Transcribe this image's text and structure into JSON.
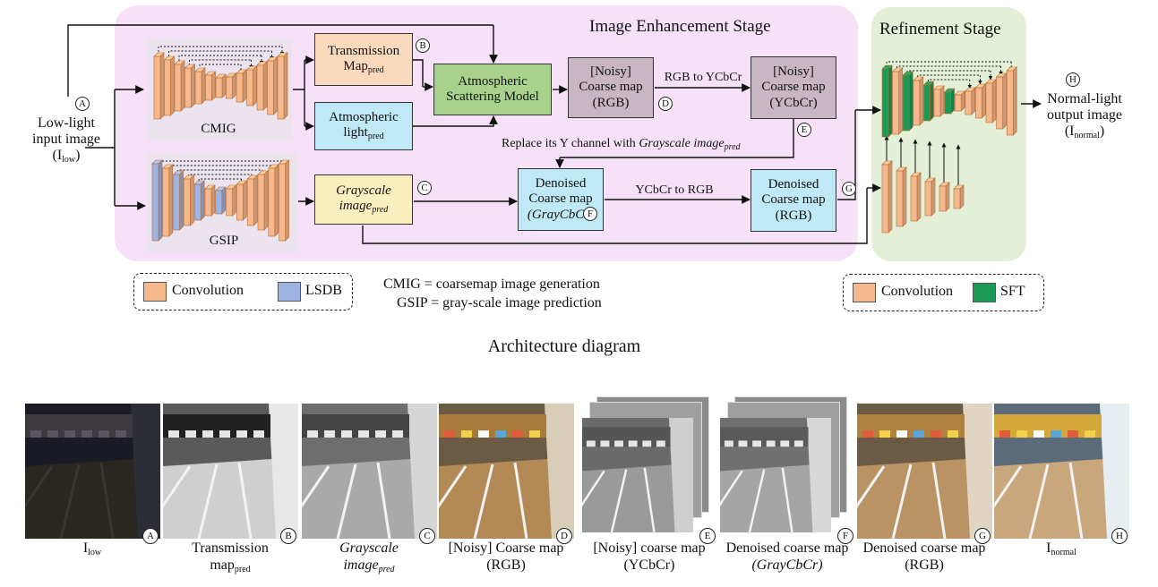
{
  "stages": {
    "enhancement": "Image Enhancement Stage",
    "refinement": "Refinement Stage"
  },
  "input": {
    "line1": "Low-light",
    "line2": "input image",
    "sym": "I",
    "sub": "low"
  },
  "output": {
    "line1": "Normal-light",
    "line2": "output image",
    "sym": "I",
    "sub": "normal"
  },
  "markers": {
    "A": "A",
    "B": "B",
    "C": "C",
    "D": "D",
    "E": "E",
    "F": "F",
    "G": "G",
    "H": "H"
  },
  "networks": {
    "cmig": "CMIG",
    "gsip": "GSIP"
  },
  "boxes": {
    "transmission": {
      "line1": "Transmission",
      "line2": "Map",
      "sub": "pred"
    },
    "atm_light": {
      "line1": "Atmospheric",
      "line2": "light",
      "sub": "pred"
    },
    "asm": {
      "line1": "Atmospheric",
      "line2": "Scattering Model"
    },
    "noisy_rgb": {
      "line1": "[Noisy]",
      "line2": "Coarse map",
      "line3": "(RGB)"
    },
    "noisy_ycbcr": {
      "line1": "[Noisy]",
      "line2": "Coarse map",
      "line3": "(YCbCr)"
    },
    "grayscale": {
      "line1": "Grayscale",
      "line2": "image",
      "sub": "pred"
    },
    "denoised_gray": {
      "line1": "Denoised",
      "line2": "Coarse map",
      "line3": "(GrayCbCr)"
    },
    "denoised_rgb": {
      "line1": "Denoised",
      "line2": "Coarse map",
      "line3": "(RGB)"
    }
  },
  "arrow_labels": {
    "rgb_to_ycbcr": "RGB to YCbCr",
    "ycbcr_to_rgb": "YCbCr to RGB",
    "replace_prefix": "Replace its Y channel with ",
    "replace_italic": "Grayscale image",
    "replace_sub": "pred"
  },
  "legend_left": {
    "conv": "Convolution",
    "lsdb": "LSDB"
  },
  "legend_right": {
    "conv": "Convolution",
    "sft": "SFT"
  },
  "definitions": {
    "cmig": "CMIG = coarsemap image generation",
    "gsip": "GSIP = gray-scale image prediction"
  },
  "caption": "Architecture diagram",
  "thumbnails": [
    {
      "marker": "A",
      "line1": "I",
      "sub": "low",
      "line2": ""
    },
    {
      "marker": "B",
      "line1": "Transmission",
      "line2": "map",
      "sub2": "pred"
    },
    {
      "marker": "C",
      "line1": "Grayscale",
      "line2": "image",
      "sub2": "pred"
    },
    {
      "marker": "D",
      "line1": "[Noisy] Coarse map",
      "line2": "(RGB)"
    },
    {
      "marker": "E",
      "line1": "[Noisy] coarse map",
      "line2": "(YCbCr)"
    },
    {
      "marker": "F",
      "line1": "Denoised coarse map",
      "line2": "(GrayCbCr)"
    },
    {
      "marker": "G",
      "line1": "Denoised coarse map",
      "line2": "(RGB)"
    },
    {
      "marker": "H",
      "line1": "I",
      "sub": "normal",
      "line2": ""
    }
  ],
  "colors": {
    "enhancement_bg": "#f6e1f8",
    "refinement_bg": "#e3efd6",
    "network_bg": "#ebe3ee",
    "conv": "#f6b98d",
    "lsdb": "#9db3e3",
    "sft": "#1a9c57",
    "transmission_fill": "#fbd9bd",
    "atm_light_fill": "#bfe9f6",
    "asm_fill": "#a8d18c",
    "noisy_fill": "#c9b6c3",
    "grayscale_fill": "#fcefbf",
    "denoised_fill": "#bfe9f6"
  }
}
